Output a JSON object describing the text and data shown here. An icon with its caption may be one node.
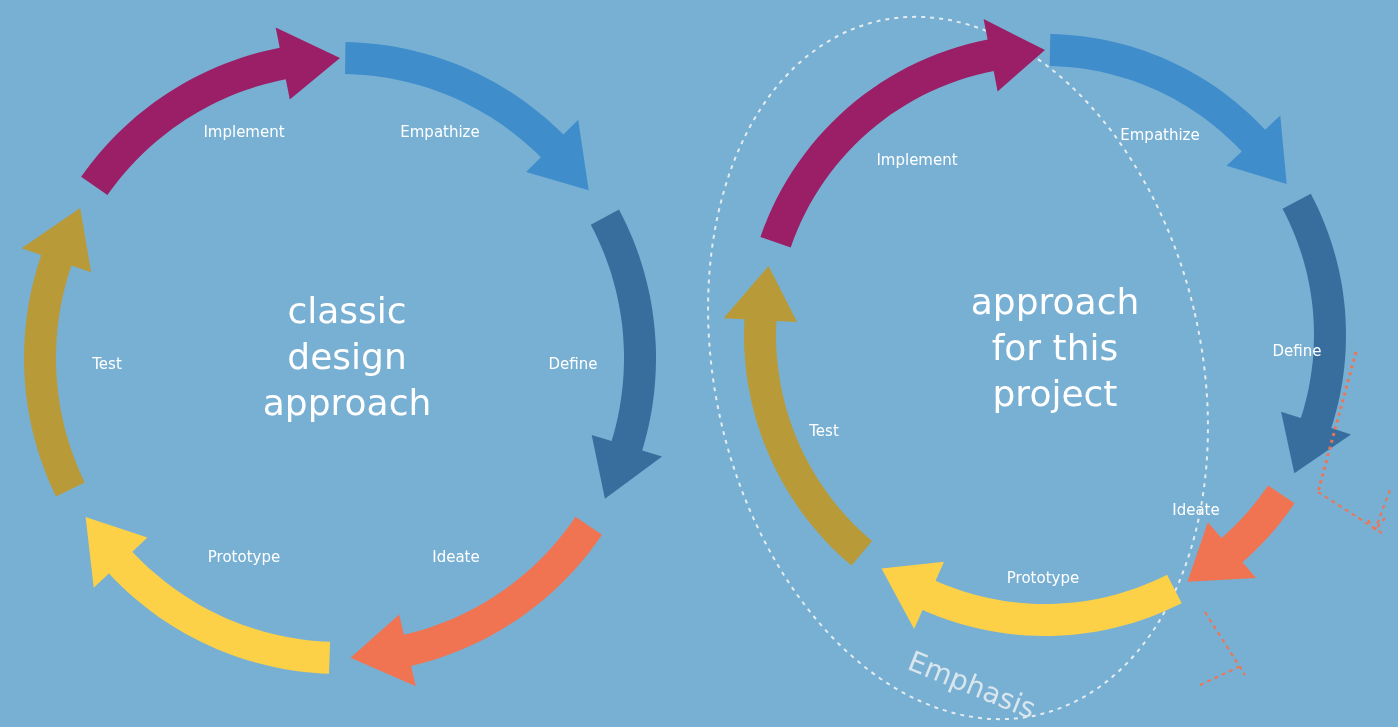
{
  "diagram": {
    "labels": [
      "Implement",
      "Empathize",
      "classic design approach",
      "Test",
      "Define",
      "Prototype",
      "Ideate",
      "Implement",
      "Empathize",
      "approach for this project",
      "Define",
      "Test",
      "Ideate",
      "Prototype",
      "Emphasis"
    ]
  }
}
